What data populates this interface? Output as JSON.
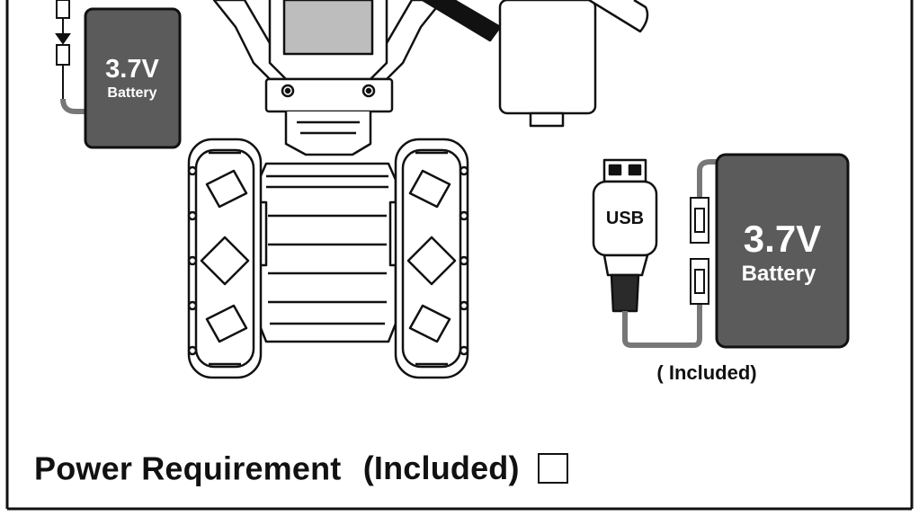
{
  "small_battery": {
    "voltage": "3.7V",
    "label": "Battery"
  },
  "large_battery": {
    "voltage": "3.7V",
    "label": "Battery"
  },
  "usb_plug": {
    "label": "USB"
  },
  "included_note": "( Included)",
  "power_requirement": {
    "label": "Power Requirement",
    "note": "(Included)"
  },
  "colors": {
    "battery": "#5b5b5b",
    "ink": "#111111",
    "screen": "#bdbdbd",
    "wire": "#888888"
  }
}
